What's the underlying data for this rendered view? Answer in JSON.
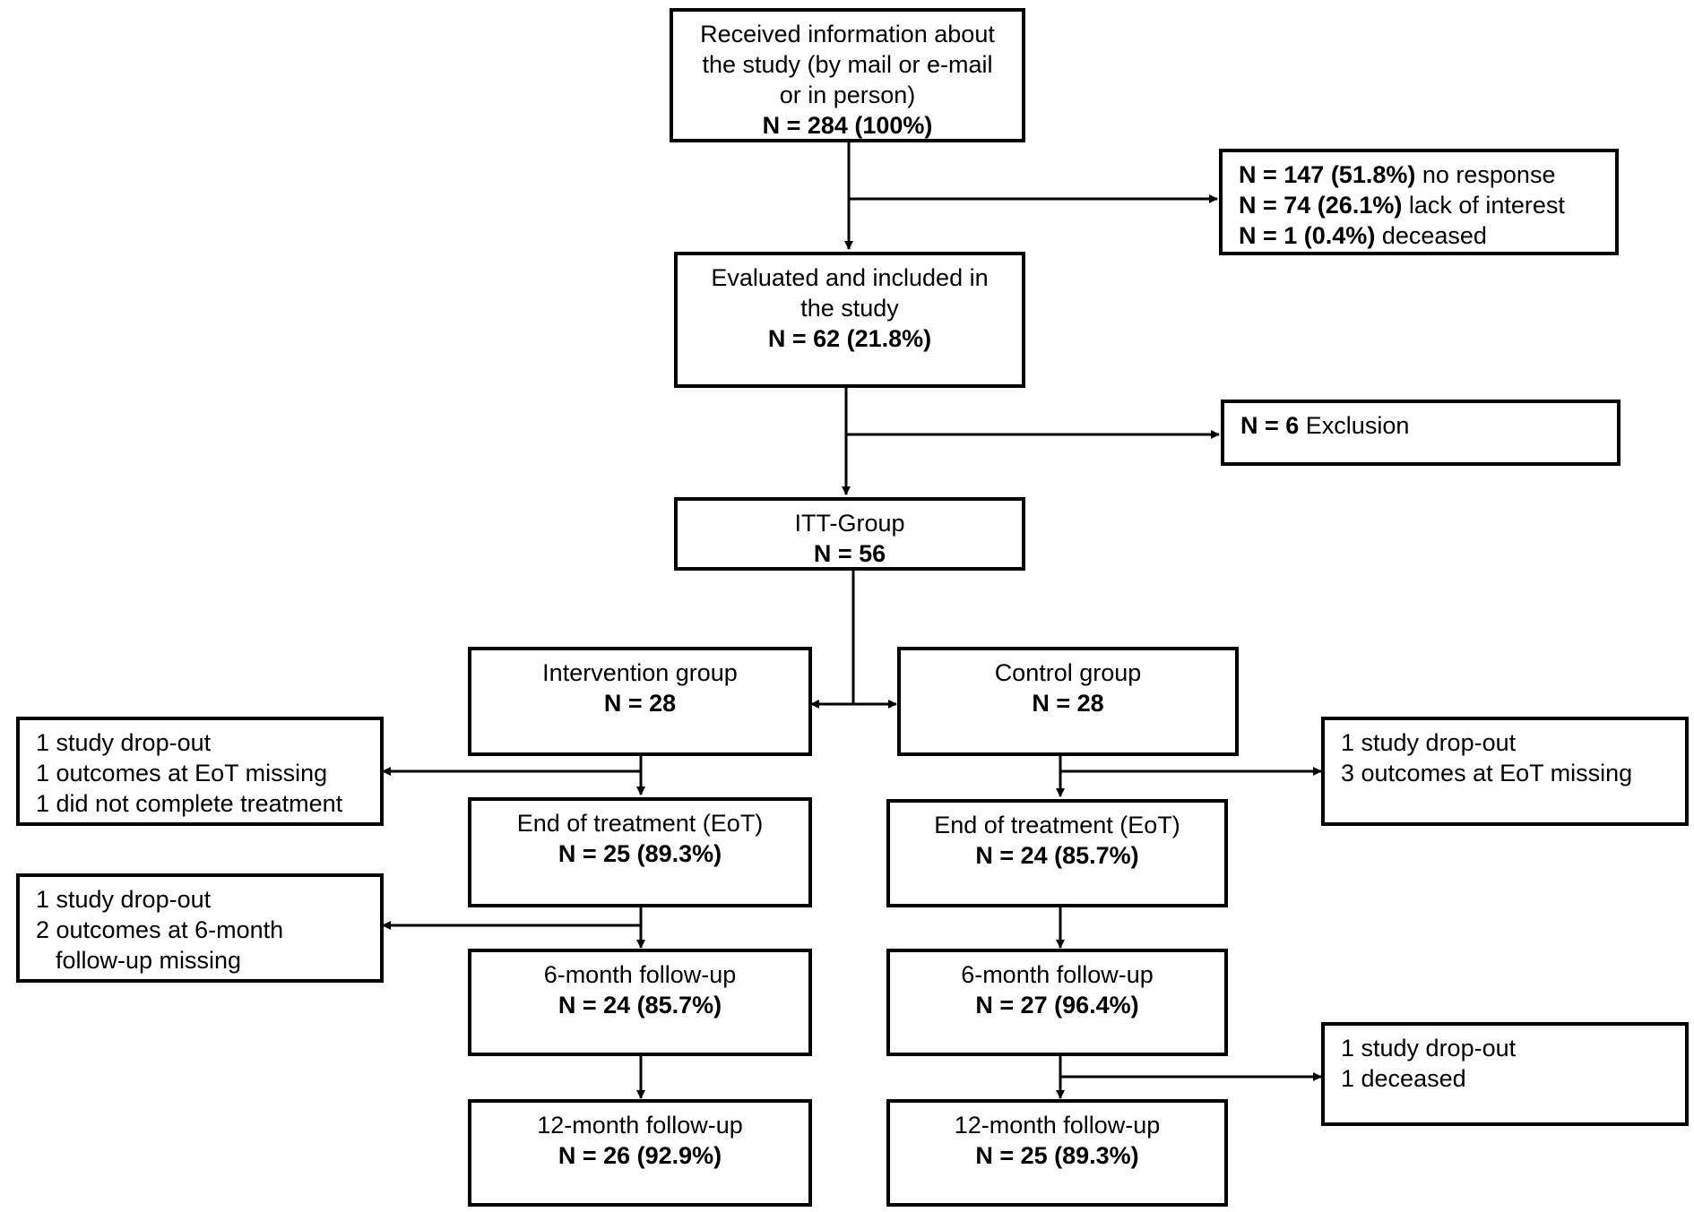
{
  "flow": {
    "received": {
      "line1": "Received information about",
      "line2": "the study (by mail or e-mail",
      "line3": "or in person)",
      "n": "N = 284 (100%)"
    },
    "nonresponse": {
      "r1_n": "N = 147 (51.8%)",
      "r1_t": " no response",
      "r2_n": "N = 74 (26.1%)",
      "r2_t": " lack of interest",
      "r3_n": "N = 1 (0.4%)",
      "r3_t": " deceased"
    },
    "evaluated": {
      "line1": "Evaluated and included in",
      "line2": "the study",
      "n": "N = 62 (21.8%)"
    },
    "exclusion": {
      "n": "N = 6",
      "t": " Exclusion"
    },
    "itt": {
      "label": "ITT-Group",
      "n": "N = 56"
    },
    "intervention": {
      "group": {
        "label": "Intervention group",
        "n": "N = 28"
      },
      "dropout_eot": {
        "line1": "1 study drop-out",
        "line2": "1 outcomes at EoT missing",
        "line3": "1 did not complete treatment"
      },
      "eot": {
        "label": "End of treatment (EoT)",
        "n": "N = 25 (89.3%)"
      },
      "dropout_6m": {
        "line1": "1 study drop-out",
        "line2": "2 outcomes at 6-month",
        "line3": "follow-up missing"
      },
      "fu6": {
        "label": "6-month follow-up",
        "n": "N = 24 (85.7%)"
      },
      "fu12": {
        "label": "12-month follow-up",
        "n": "N = 26 (92.9%)"
      }
    },
    "control": {
      "group": {
        "label": "Control group",
        "n": "N = 28"
      },
      "dropout_eot": {
        "line1": "1 study drop-out",
        "line2": "3 outcomes at EoT missing"
      },
      "eot": {
        "label": "End of treatment (EoT)",
        "n": "N = 24 (85.7%)"
      },
      "fu6": {
        "label": "6-month follow-up",
        "n": "N = 27 (96.4%)"
      },
      "dropout_12m": {
        "line1": "1 study drop-out",
        "line2": "1 deceased"
      },
      "fu12": {
        "label": "12-month follow-up",
        "n": "N = 25 (89.3%)"
      }
    }
  }
}
